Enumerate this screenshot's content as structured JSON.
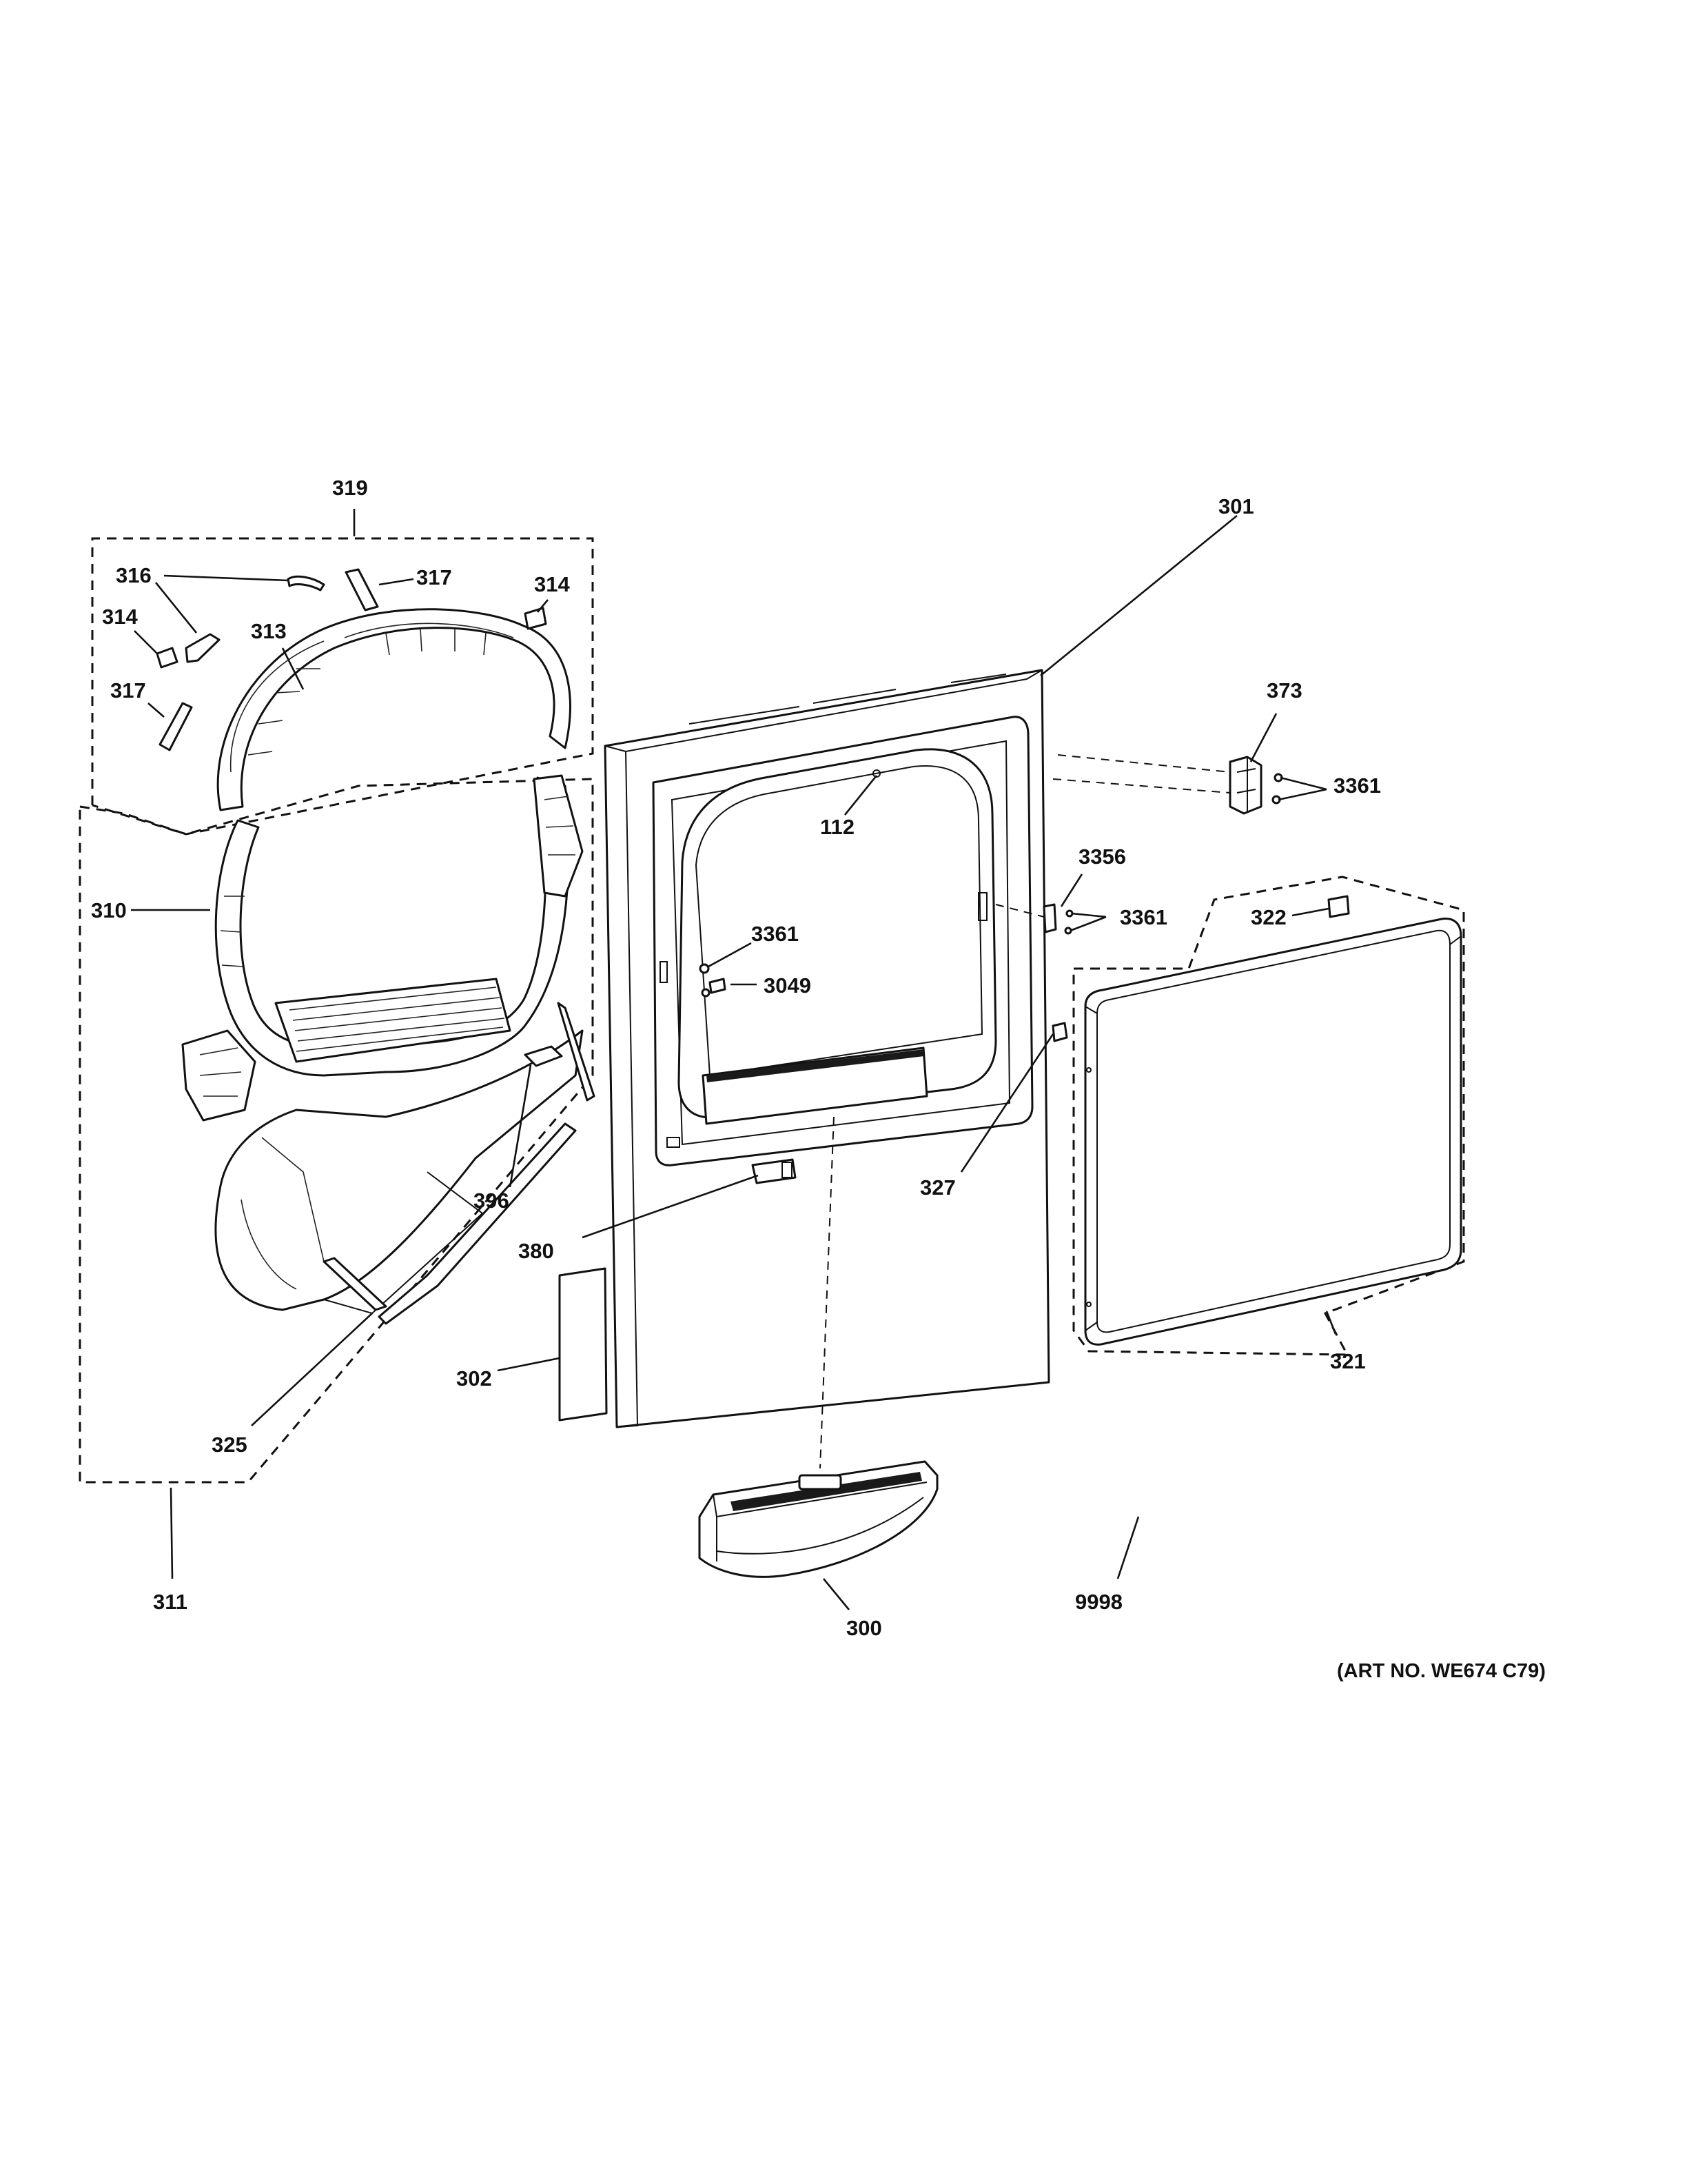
{
  "callouts": {
    "c319": "319",
    "c316": "316",
    "c317a": "317",
    "c314a": "314",
    "c314b": "314",
    "c313": "313",
    "c317b": "317",
    "c310": "310",
    "c301": "301",
    "c373": "373",
    "c3361a": "3361",
    "c112": "112",
    "c3356": "3356",
    "c3361b": "3361",
    "c322": "322",
    "c3361c": "3361",
    "c3049": "3049",
    "c327": "327",
    "c396": "396",
    "c380": "380",
    "c321": "321",
    "c302": "302",
    "c325": "325",
    "c311": "311",
    "c300": "300",
    "c9998": "9998"
  },
  "art_number": "(ART NO. WE674 C79)"
}
